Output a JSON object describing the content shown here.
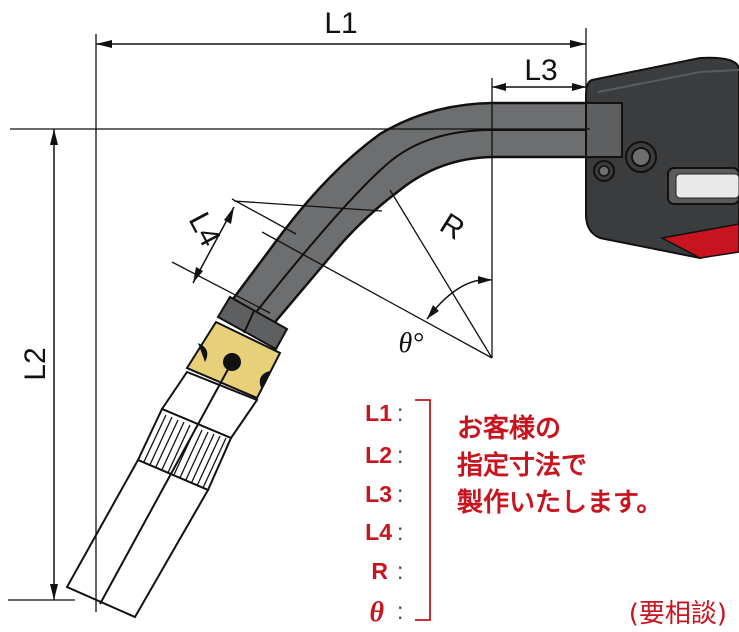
{
  "colors": {
    "accent": "#c8141e",
    "line": "#111111",
    "neck_fill": "#6d6e70",
    "insulator_fill": "#e8cf79",
    "handle_fill": "#3b3c3e",
    "trigger_fill": "#c8141e"
  },
  "dimensions": {
    "L1": "L1",
    "L2": "L2",
    "L3": "L3",
    "L4": "L4",
    "R": "R",
    "theta": "θ°"
  },
  "legend": {
    "items": [
      {
        "key": "L1",
        "sep": ":"
      },
      {
        "key": "L2",
        "sep": ":"
      },
      {
        "key": "L3",
        "sep": ":"
      },
      {
        "key": "L4",
        "sep": ":"
      },
      {
        "key": "R",
        "sep": ":"
      },
      {
        "key": "θ",
        "sep": ":"
      }
    ],
    "note_lines": [
      "お客様の",
      "指定寸法で",
      "製作いたします。"
    ],
    "consult": "(要相談)"
  }
}
